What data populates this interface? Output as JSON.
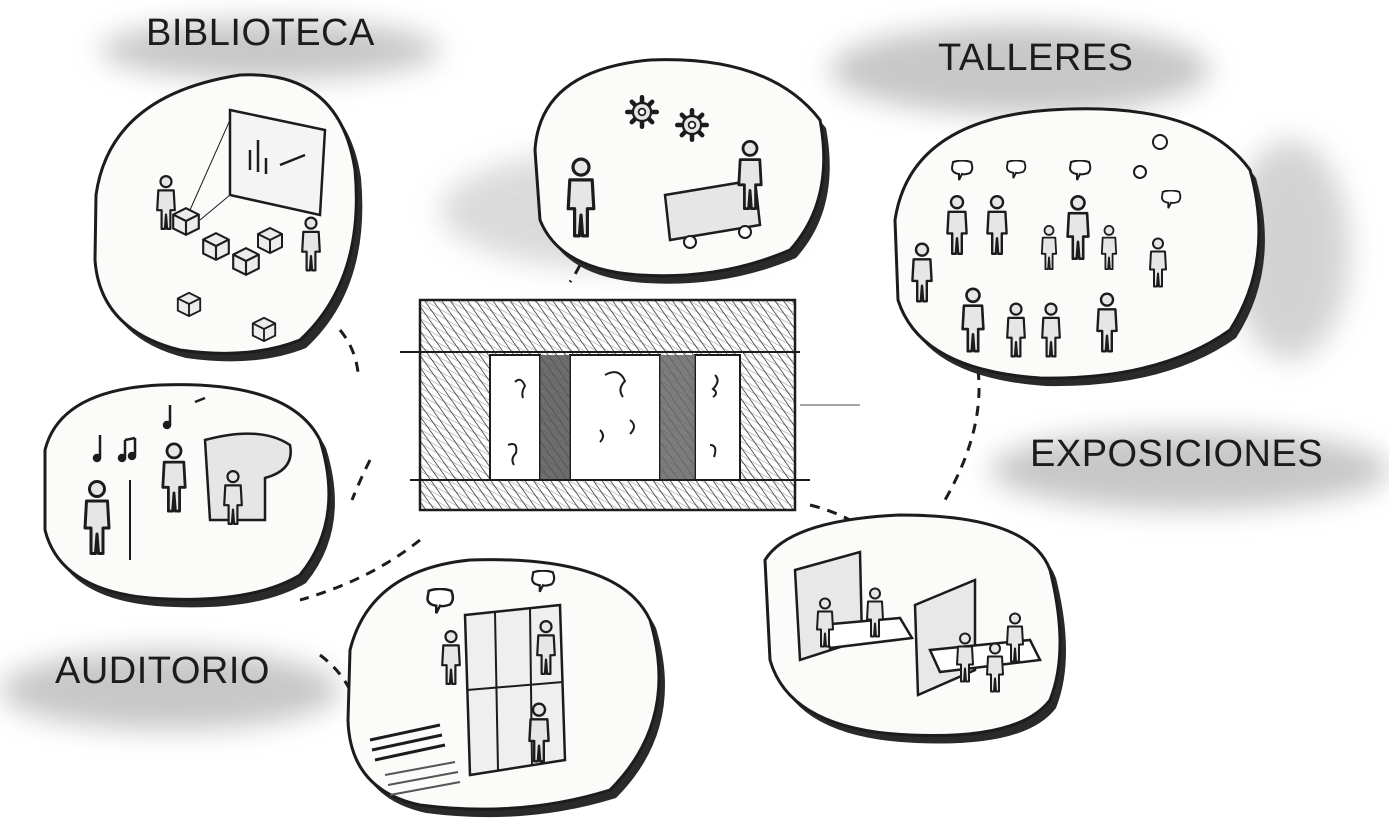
{
  "labels": {
    "biblioteca": "BIBLIOTECA",
    "talleres": "TALLERES",
    "exposiciones": "EXPOSICIONES",
    "auditorio": "AUDITORIO"
  },
  "colors": {
    "ink": "#1c1c1c",
    "bubble_fill": "#fbfbf9",
    "figure_fill": "#e6e6e6",
    "shadow": "#9a9a9a"
  }
}
